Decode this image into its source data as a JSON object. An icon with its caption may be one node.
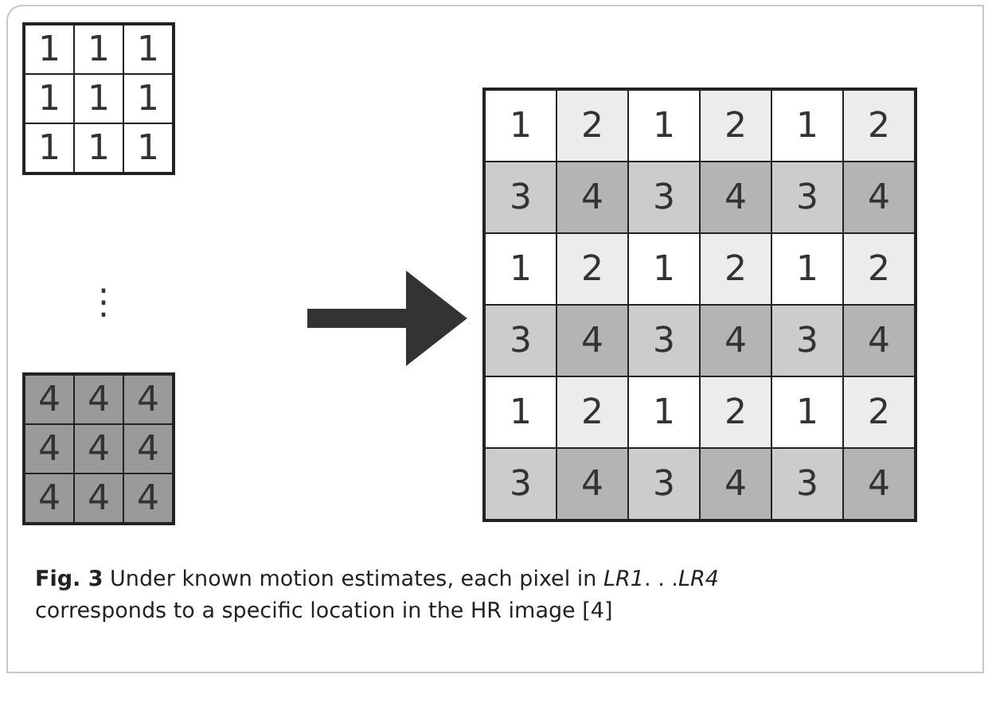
{
  "diagram": {
    "caption": "**Fig. 3** Under known motion estimates, each pixel in *LR1*. . .*LR4* corresponds to a specific location in the HR image [4]",
    "nodes": [
      {
        "text": [
          "1",
          "1",
          "1",
          "1",
          "1",
          "1",
          "1",
          "1",
          "1"
        ]
      },
      {
        "text": [
          "4",
          "4",
          "4",
          "4",
          "4",
          "4",
          "4",
          "4",
          "4"
        ]
      },
      {
        "text": [
          "1",
          "2",
          "1",
          "2",
          "1",
          "2",
          "3",
          "4",
          "3",
          "4",
          "3",
          "4",
          "1",
          "2",
          "1",
          "2",
          "1",
          "2",
          "3",
          "4",
          "3",
          "4",
          "3",
          "4",
          "1",
          "2",
          "1",
          "2",
          "1",
          "2",
          "3",
          "4",
          "3",
          "4",
          "3",
          "4"
        ]
      }
    ],
    "edges": [
      {
        "from": null,
        "to": 2,
        "arrow": "to"
      }
    ],
    "labels": [
      "⋮"
    ]
  }
}
